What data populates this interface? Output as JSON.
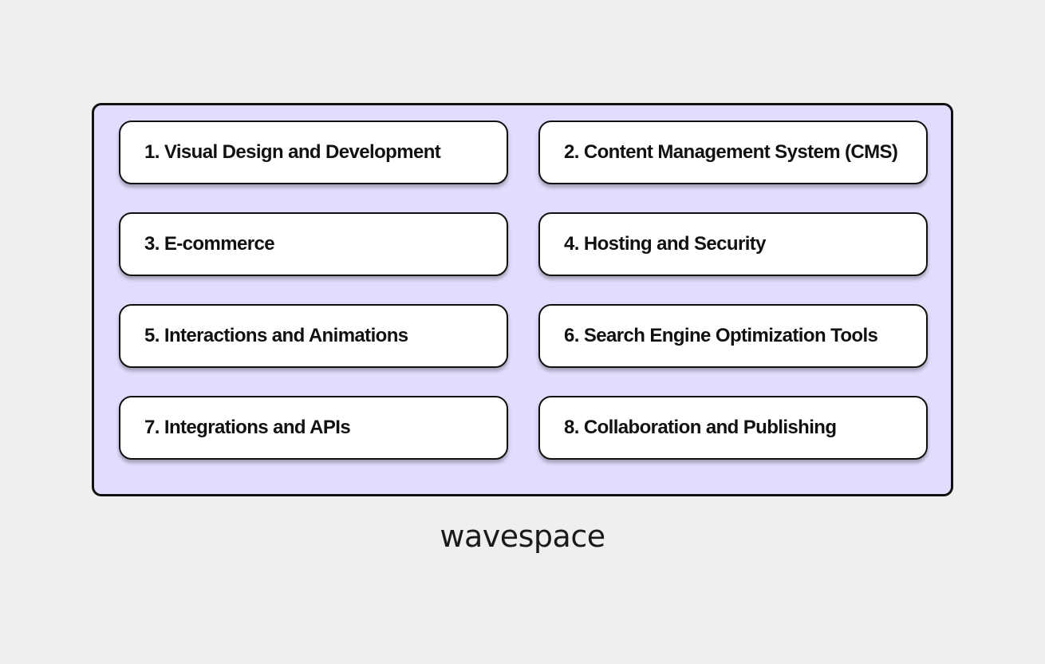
{
  "colors": {
    "background": "#efefef",
    "panel": "#e1ddfd",
    "card": "#ffffff",
    "border": "#111111"
  },
  "items": [
    {
      "label": "1. Visual Design and Development"
    },
    {
      "label": "2. Content Management System (CMS)"
    },
    {
      "label": "3. E-commerce"
    },
    {
      "label": "4. Hosting and Security"
    },
    {
      "label": "5. Interactions and Animations"
    },
    {
      "label": "6. Search Engine Optimization Tools"
    },
    {
      "label": "7. Integrations and APIs"
    },
    {
      "label": "8. Collaboration and Publishing"
    }
  ],
  "logo": {
    "text": "wavespace"
  }
}
